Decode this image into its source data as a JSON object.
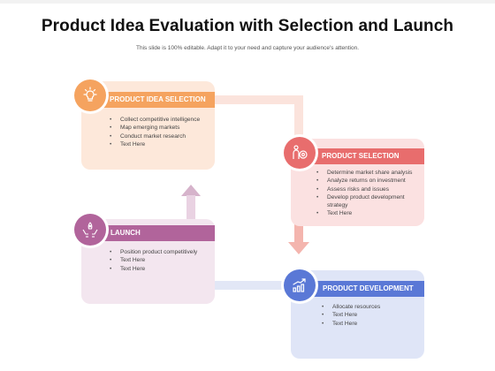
{
  "title": "Product Idea Evaluation with Selection and Launch",
  "subtitle": "This slide is 100% editable. Adapt it to your need and capture your audience's attention.",
  "colors": {
    "orange": "#f5a35f",
    "orange_light": "#fde8da",
    "red": "#e86d6d",
    "red_light": "#fbe1e1",
    "purple": "#b1649b",
    "purple_light": "#f3e6ef",
    "blue": "#5a78d6",
    "blue_light": "#dfe5f7"
  },
  "cards": {
    "idea": {
      "heading": "PRODUCT IDEA SELECTION",
      "icon": "lightbulb-icon",
      "items": [
        "Collect competitive intelligence",
        "Map emerging markets",
        "Conduct market research",
        "Text Here"
      ]
    },
    "selection": {
      "heading": "PRODUCT SELECTION",
      "icon": "person-target-icon",
      "items": [
        "Determine market share analysis",
        "Analyze returns on investment",
        "Assess risks and issues",
        "Develop product development strategy",
        "Text Here"
      ]
    },
    "launch": {
      "heading": "LAUNCH",
      "icon": "hands-rocket-icon",
      "items": [
        "Position product competitively",
        "Text Here",
        "Text Here"
      ]
    },
    "development": {
      "heading": "PRODUCT DEVELOPMENT",
      "icon": "growth-chart-icon",
      "items": [
        "Allocate resources",
        "Text Here",
        "Text Here"
      ]
    }
  }
}
